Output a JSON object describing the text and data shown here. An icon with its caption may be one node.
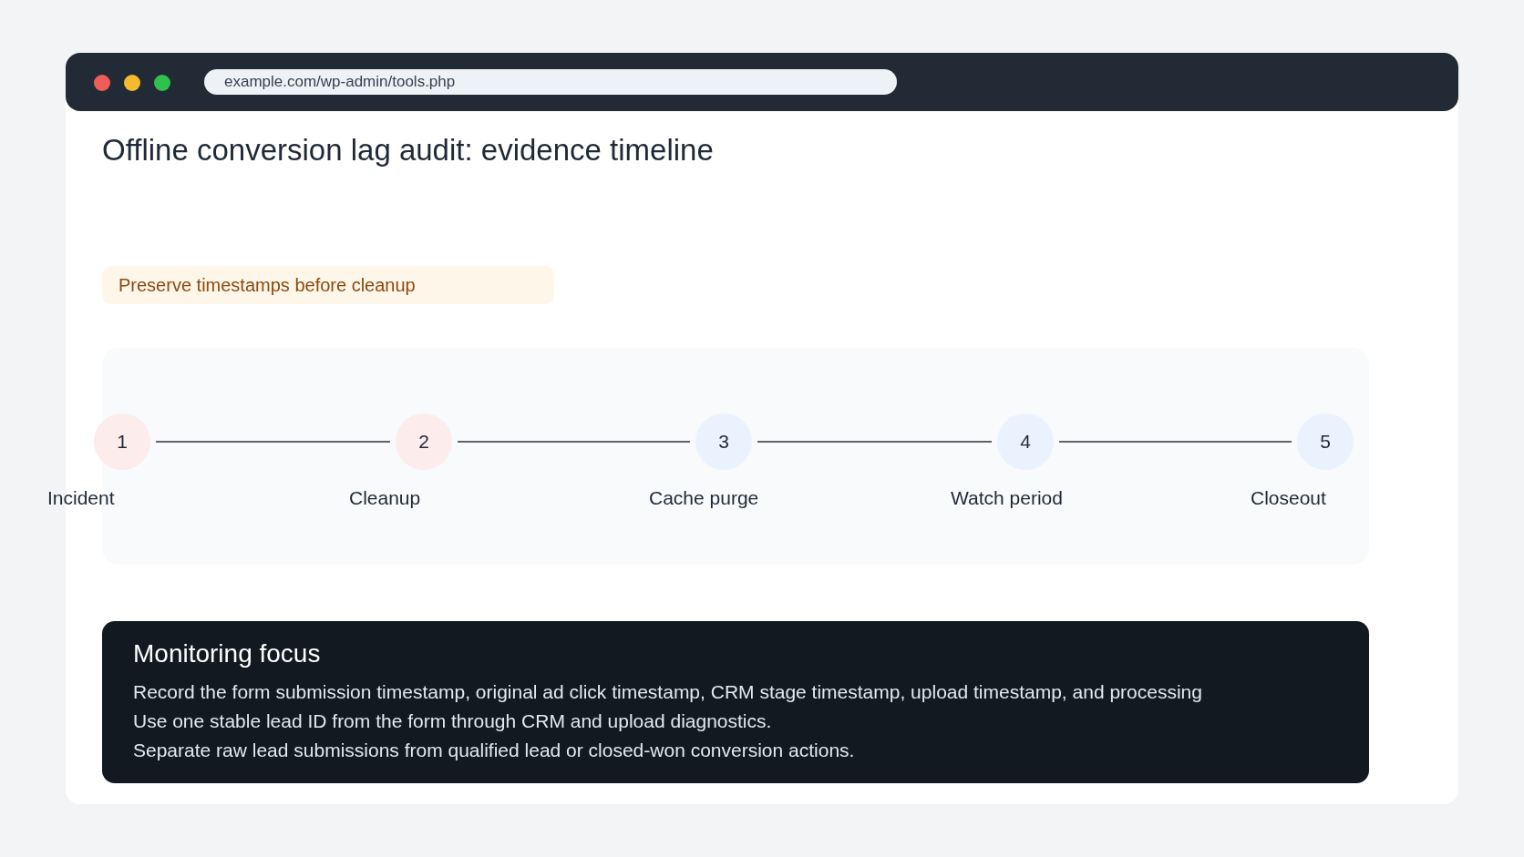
{
  "diagram": {
    "title": "Offline conversion lag audit: evidence timeline",
    "nodes": [
      {
        "text": [
          "Preserve timestamps before cleanup"
        ]
      },
      {
        "text": [
          "1"
        ],
        "beside": [
          "Incident"
        ]
      },
      {
        "text": [
          "2"
        ],
        "beside": [
          "Cleanup"
        ]
      },
      {
        "text": [
          "3"
        ],
        "beside": [
          "Cache purge"
        ]
      },
      {
        "text": [
          "4"
        ],
        "beside": [
          "Watch period"
        ]
      },
      {
        "text": [
          "5"
        ],
        "beside": [
          "Closeout"
        ]
      },
      {
        "text": [
          "Monitoring focus",
          "Record the form submission timestamp, original ad click timestamp, CRM stage timestamp, upload timestamp, and processing",
          "Use one stable lead ID from the form through CRM and upload diagnostics.",
          "Separate raw lead submissions from qualified lead or closed-won conversion actions."
        ]
      }
    ],
    "edges": [
      {
        "from": 1,
        "to": 2,
        "arrow": "none"
      },
      {
        "from": 2,
        "to": 3,
        "arrow": "none"
      },
      {
        "from": 3,
        "to": 4,
        "arrow": "none"
      },
      {
        "from": 4,
        "to": 5,
        "arrow": "none"
      }
    ],
    "labels": [
      "example.com/wp-admin/tools.php"
    ]
  }
}
